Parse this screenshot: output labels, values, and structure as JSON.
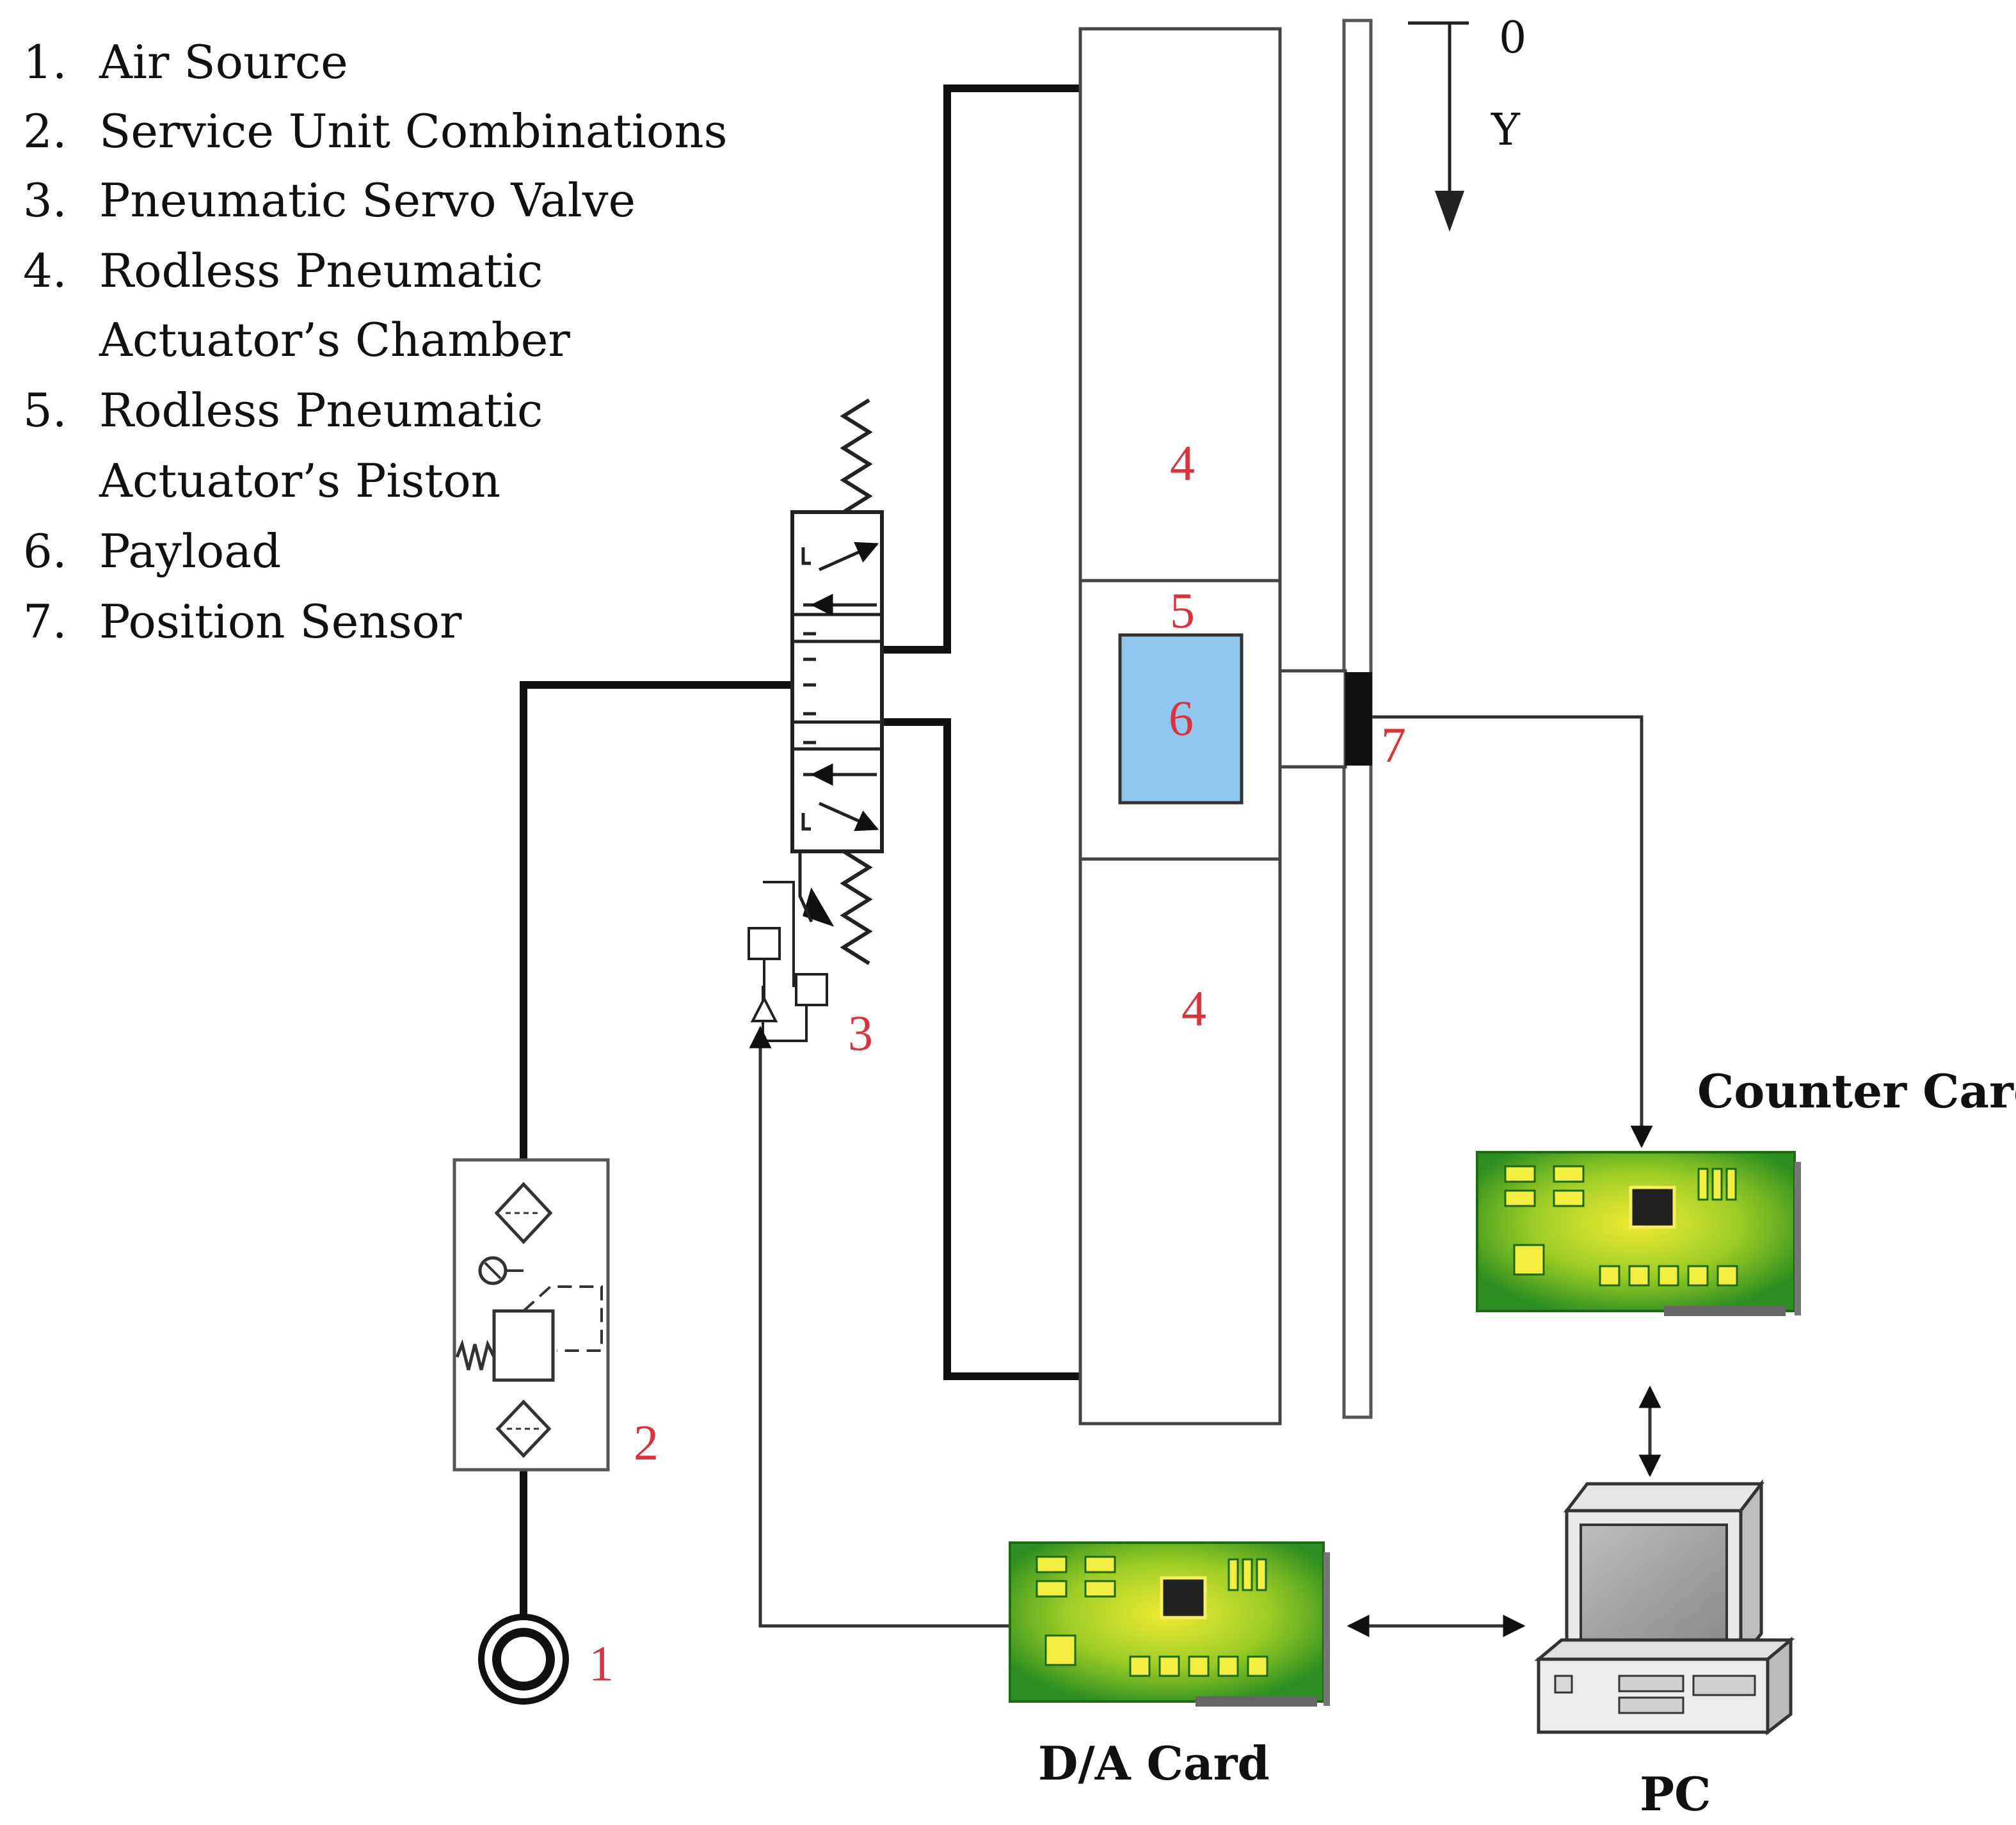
{
  "legend": [
    {
      "num": "1.",
      "label": "Air Source"
    },
    {
      "num": "2.",
      "label": "Service Unit Combinations"
    },
    {
      "num": "3.",
      "label": "Pneumatic Servo Valve"
    },
    {
      "num": "4.",
      "label": "Rodless Pneumatic",
      "label2": "Actuator’s Chamber"
    },
    {
      "num": "5.",
      "label": "Rodless Pneumatic",
      "label2": "Actuator’s Piston"
    },
    {
      "num": "6.",
      "label": "Payload"
    },
    {
      "num": "7.",
      "label": "Position Sensor"
    }
  ],
  "markers": {
    "air_source": "1",
    "service_unit": "2",
    "servo_valve": "3",
    "chamber_upper": "4",
    "chamber_lower": "4",
    "piston": "5",
    "payload": "6",
    "sensor": "7"
  },
  "axis": {
    "zero": "0",
    "y": "Y"
  },
  "cards": {
    "counter": "Counter Card",
    "da": "D/A Card",
    "pc": "PC"
  },
  "colors": {
    "marker": "#e0303a",
    "payload_fill": "#8ec8ee",
    "pcb_green": "#2e9a22",
    "pcb_yellow": "#e8e020",
    "line": "#111111"
  }
}
